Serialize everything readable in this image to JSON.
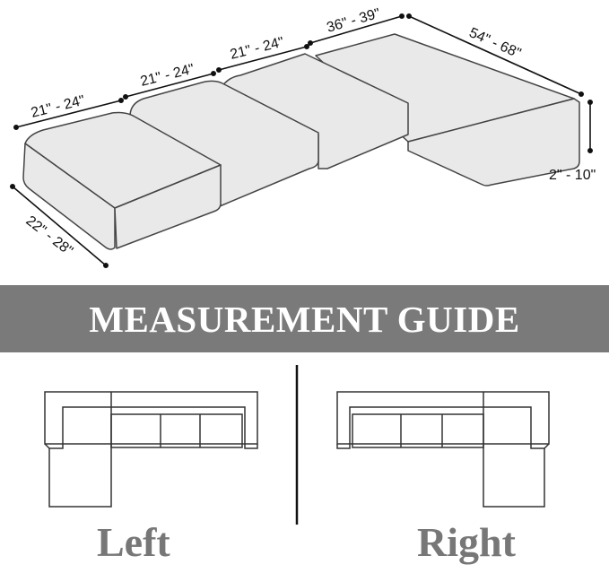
{
  "title": "MEASUREMENT GUIDE",
  "colors": {
    "banner": "#7a7a7a",
    "cushion_fill": "#e9e9e9",
    "line": "#111111",
    "label": "#777777"
  },
  "dimensions": {
    "front_depth": "22\" - 28\"",
    "seat1_width": "21\" - 24\"",
    "seat2_width": "21\" - 24\"",
    "seat3_width": "21\" - 24\"",
    "corner_width": "36\" - 39\"",
    "chaise_length": "54\" - 68\"",
    "thickness": "2\" - 10\""
  },
  "options": {
    "left": "Left",
    "right": "Right"
  }
}
